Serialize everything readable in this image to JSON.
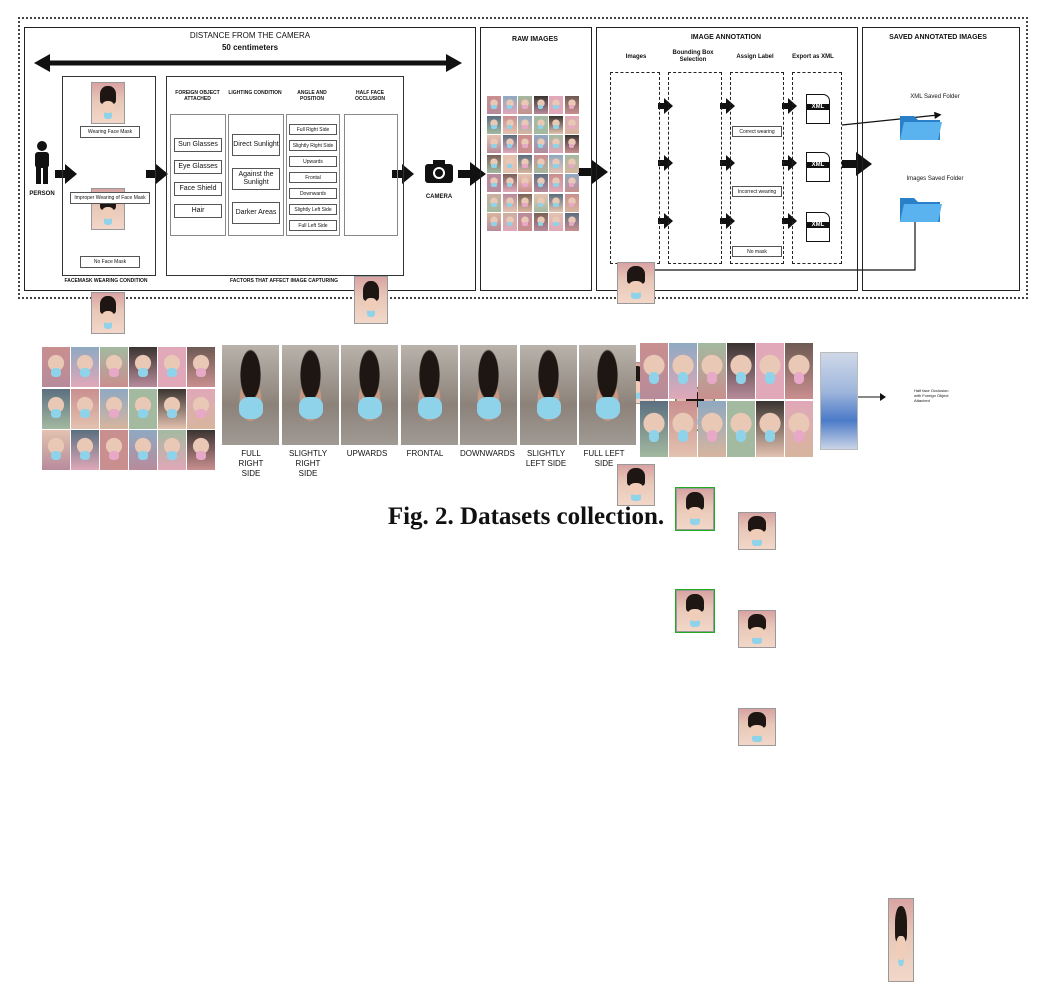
{
  "diagram": {
    "distance_title": "DISTANCE FROM THE CAMERA",
    "distance_value": "50 centimeters",
    "person_label": "PERSON",
    "facemask_conditions": [
      "Wearing Face Mask",
      "Improper Wearing of Face Mask",
      "No Face Mask"
    ],
    "facemask_section_label": "FACEMASK WEARING CONDITION",
    "factors_label": "FACTORS THAT AFFECT IMAGE CAPTURING",
    "foreign_header": "FOREIGN OBJECT ATTACHED",
    "foreign_items": [
      "Sun Glasses",
      "Eye Glasses",
      "Face Shield",
      "Hair"
    ],
    "lighting_header": "LIGHTING CONDITION",
    "lighting_items": [
      "Direct Sunlight",
      "Against the Sunlight",
      "Darker Areas"
    ],
    "angle_header": "ANGLE AND POSITION",
    "angle_items": [
      "Full Right Side",
      "Slightly Right Side",
      "Upwards",
      "Frontal",
      "Downwards",
      "Slightly Left Side",
      "Full Left Side"
    ],
    "half_face_header": "HALF FACE OCCLUSION",
    "camera_label": "CAMERA",
    "raw_images_header": "RAW IMAGES",
    "annotation_header": "IMAGE ANNOTATION",
    "annotation_columns": [
      "Images",
      "Bounding Box Selection",
      "Assign Label",
      "Export as XML"
    ],
    "labels": [
      "Correct wearing",
      "Incorrect wearing",
      "No mask"
    ],
    "xml_label": "XML",
    "saved_header": "SAVED ANNOTATED IMAGES",
    "xml_folder": "XML Saved Folder",
    "images_folder": "Images Saved Folder"
  },
  "strip": {
    "pose_labels": [
      "FULL RIGHT SIDE",
      "SLIGHTLY RIGHT SIDE",
      "UPWARDS",
      "FRONTAL",
      "DOWNWARDS",
      "SLIGHTLY LEFT SIDE",
      "FULL LEFT SIDE"
    ],
    "occlusion_note": "Half face Occlusion with Foreign Object Attached"
  },
  "caption": "Fig. 2. Datasets collection.",
  "colors": {
    "mask": "#8fd3ea",
    "folder": "#3a9be0",
    "skin_bg": "#d9a3a3"
  }
}
